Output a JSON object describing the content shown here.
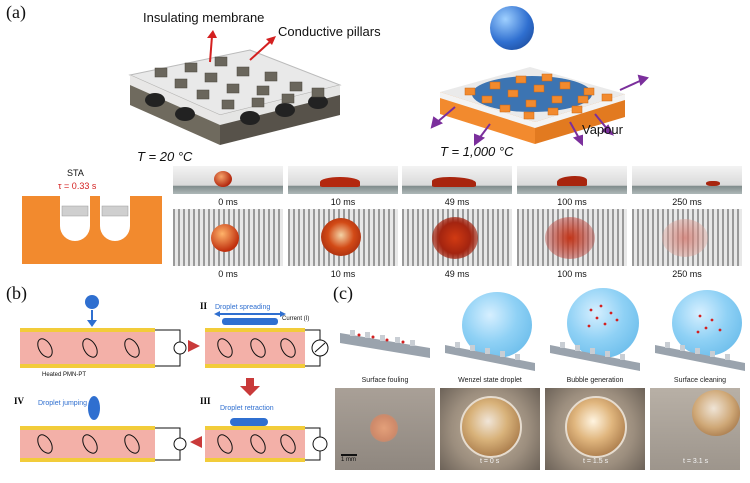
{
  "panel_a": {
    "label": "(a)",
    "annotations": {
      "insulating_membrane": "Insulating membrane",
      "conductive_pillars": "Conductive pillars",
      "vapour": "Vapour"
    },
    "temp_left": "T = 20 °C",
    "temp_right": "T = 1,000 °C",
    "sta_label": "STA",
    "tau_label": "τ = 0.33 s",
    "time_labels": [
      "0 ms",
      "10 ms",
      "49 ms",
      "100 ms",
      "250 ms"
    ]
  },
  "panel_b": {
    "label": "(b)",
    "stage_ii": "II",
    "stage_iii": "III",
    "stage_iv": "IV",
    "droplet_spreading": "Droplet spreading",
    "droplet_retraction": "Droplet retraction",
    "droplet_jumping": "Droplet jumping",
    "current": "Current (I)",
    "heated": "Heated PMN-PT"
  },
  "panel_c": {
    "label": "(c)",
    "captions": [
      "Surface fouling",
      "Wenzel state droplet",
      "Bubble generation",
      "Surface cleaning"
    ],
    "times": [
      "t = 0 s",
      "t = 1.5 s",
      "t = 3.1 s"
    ],
    "scale_bar": "1 mm"
  },
  "colors": {
    "orange": "#f28a2e",
    "pink_layer": "#f3b0a8",
    "blue_droplet": "#2f6fd0",
    "accent_red": "#d42020"
  }
}
